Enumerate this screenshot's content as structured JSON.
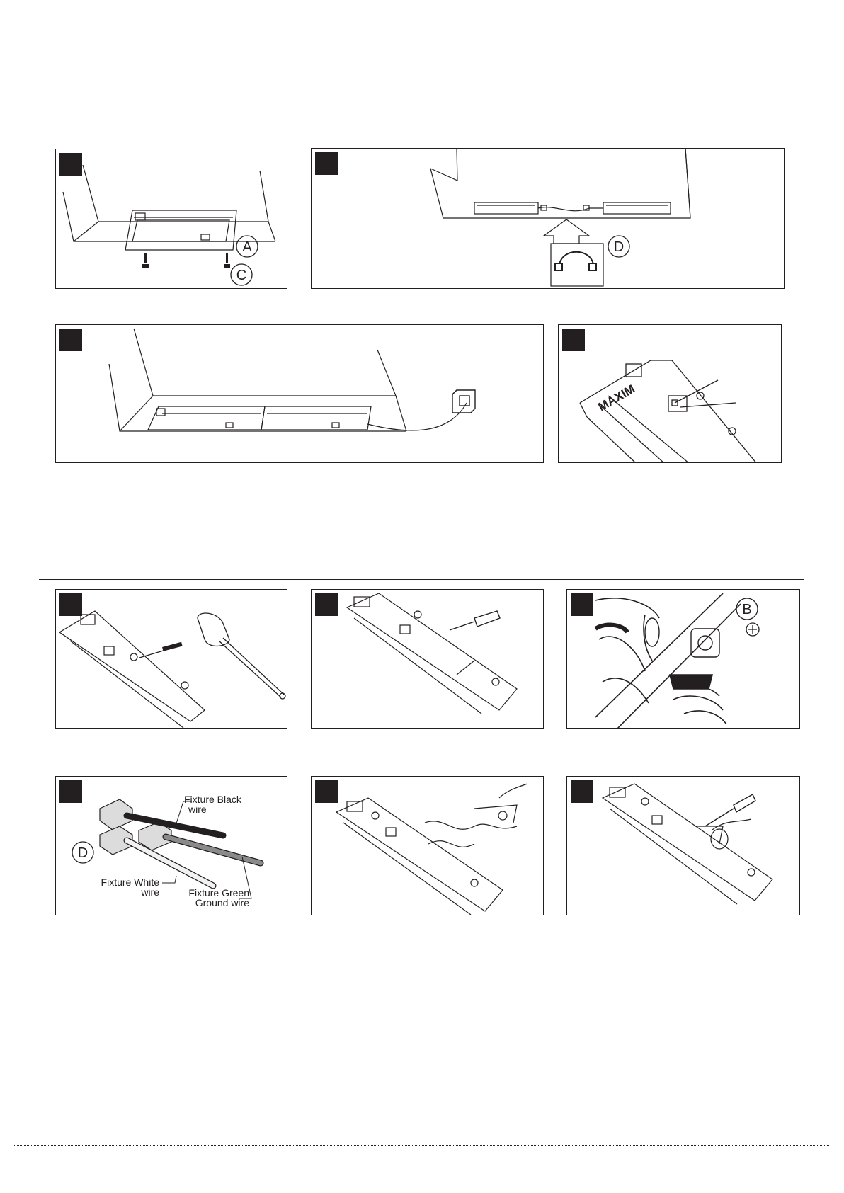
{
  "colors": {
    "ink": "#231f20",
    "paper": "#ffffff",
    "wire_black": "#1a1a1a",
    "wire_white": "#f2f2f2",
    "wire_green": "#8a8a8a"
  },
  "callouts": {
    "a": "A",
    "b": "B",
    "c": "C",
    "d": "D"
  },
  "wire_labels": {
    "black": [
      "Fixture Black",
      "wire"
    ],
    "white": [
      "Fixture White",
      "wire"
    ],
    "green": [
      "Fixture Green",
      "Ground wire"
    ]
  },
  "logo_text": "MAXIM",
  "icons": [
    "mounting-screw-icon",
    "interconnect-cord-icon",
    "outlet-icon",
    "hammer-icon",
    "screwdriver-icon",
    "connector-nut-icon",
    "wire-nut-icon"
  ]
}
